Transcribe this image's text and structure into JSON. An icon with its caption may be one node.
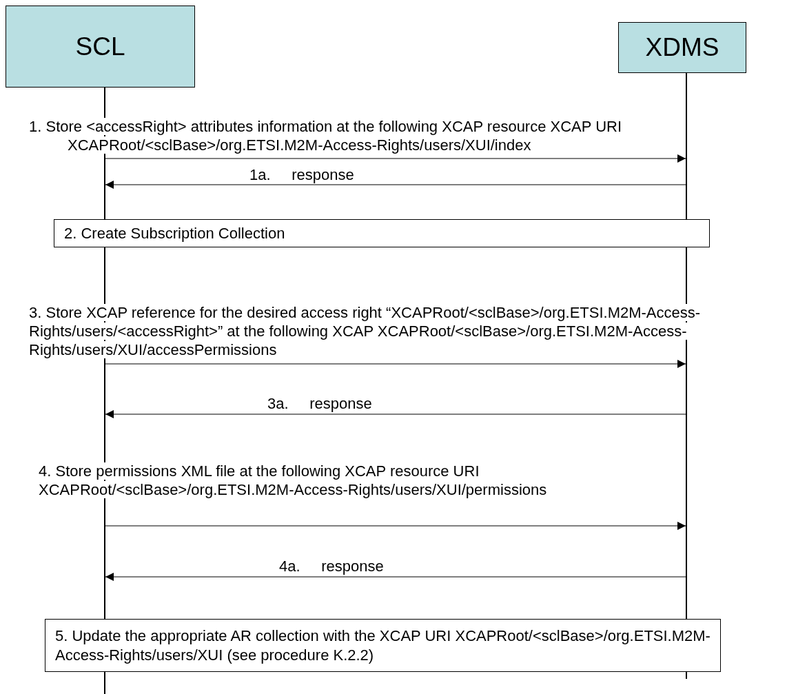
{
  "diagram": {
    "nodes": [
      {
        "text": [
          "SCL"
        ]
      },
      {
        "text": [
          "XDMS"
        ]
      },
      {
        "text": [
          "2. Create Subscription Collection"
        ]
      },
      {
        "text": [
          "5. Update  the appropriate AR collection with the XCAP URI XCAPRoot/<sclBase>/org.ETSI.M2M-Access-Rights/users/XUI (see procedure K.2.2)"
        ]
      },
      {
        "text": [],
        "shape": "bar"
      },
      {
        "text": [],
        "shape": "bar"
      }
    ],
    "edges": [
      {
        "from": 4,
        "to": 5,
        "arrow": "to",
        "label": "1. Store <accessRight> attributes information at the following XCAP resource XCAP URI  XCAPRoot/<sclBase>/org.ETSI.M2M-Access-Rights/users/XUI/index"
      },
      {
        "from": 5,
        "to": 4,
        "arrow": "to",
        "label": "1a.     response"
      },
      {
        "from": 4,
        "to": 5,
        "arrow": "to",
        "label": "3. Store XCAP reference for the desired access right “XCAPRoot/<sclBase>/org.ETSI.M2M-Access-Rights/users/<accessRight>” at the following XCAP XCAPRoot/<sclBase>/org.ETSI.M2M-Access-Rights/users/XUI/accessPermissions"
      },
      {
        "from": 5,
        "to": 4,
        "arrow": "to",
        "label": "3a.     response"
      },
      {
        "from": 4,
        "to": 5,
        "arrow": "to",
        "label": "4. Store permissions XML file at the following XCAP resource URI XCAPRoot/<sclBase>/org.ETSI.M2M-Access-Rights/users/XUI/permissions"
      },
      {
        "from": 5,
        "to": 4,
        "arrow": "to",
        "label": "4a.     response"
      }
    ]
  }
}
